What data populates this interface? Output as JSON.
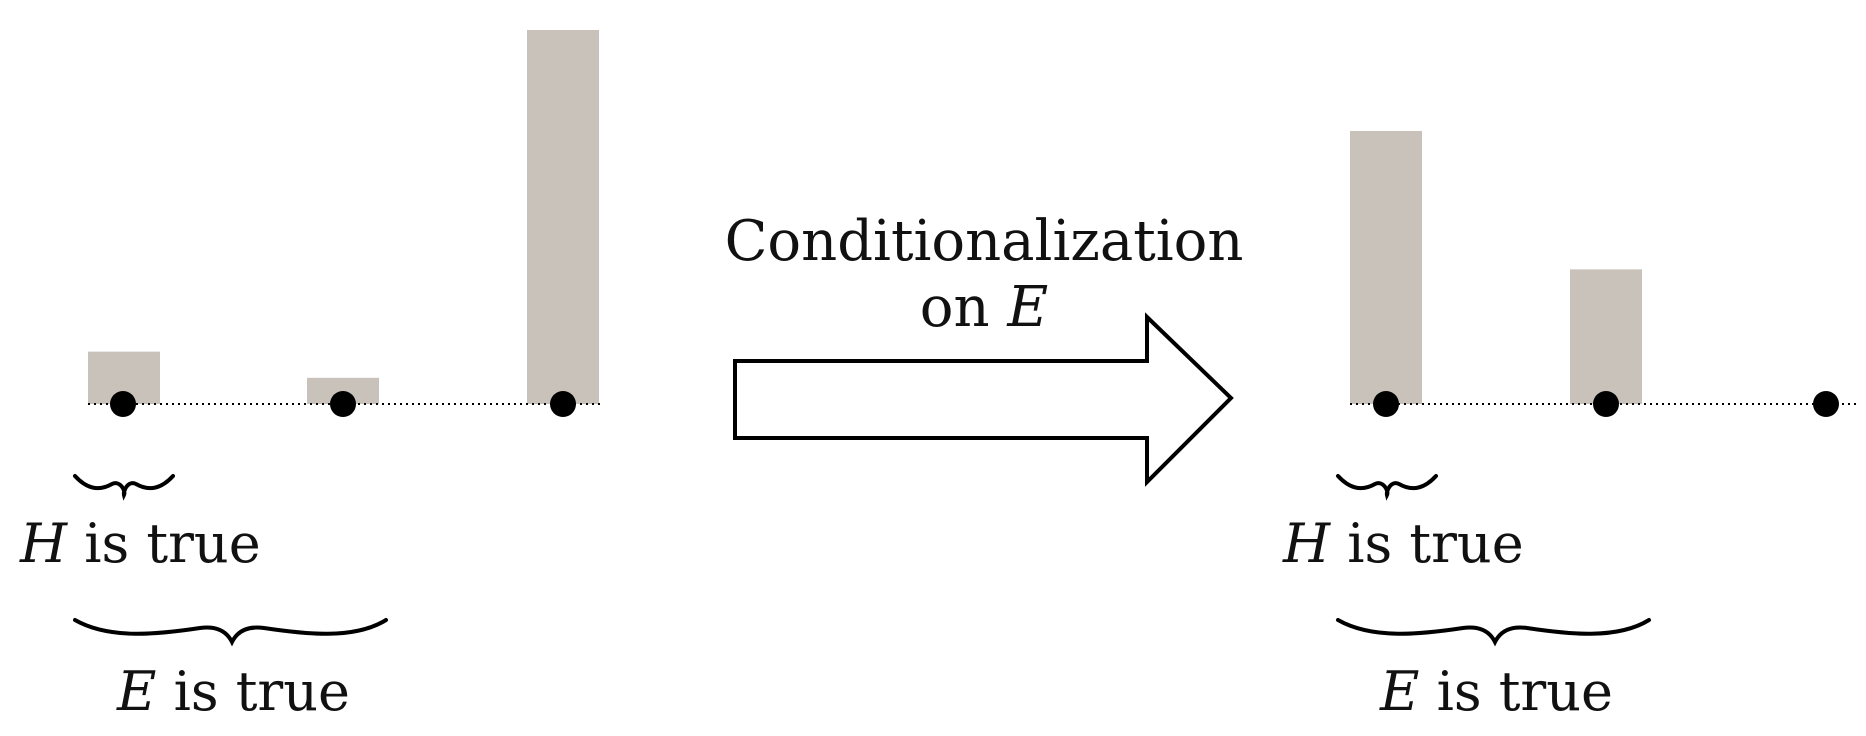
{
  "colors": {
    "bar": "#c8c2bb",
    "ink": "#000000",
    "background": "#ffffff"
  },
  "before": {
    "bars": [
      {
        "value": 0.14
      },
      {
        "value": 0.07
      },
      {
        "value": 1.0
      }
    ],
    "h_label": {
      "var": "H",
      "text": " is true"
    },
    "e_label": {
      "var": "E",
      "text": " is true"
    }
  },
  "arrow": {
    "line1": "Conditionalization",
    "line2_prefix": "on ",
    "line2_var": "E"
  },
  "after": {
    "bars": [
      {
        "value": 0.73
      },
      {
        "value": 0.36
      },
      {
        "value": 0.0
      }
    ],
    "h_label": {
      "var": "H",
      "text": " is true"
    },
    "e_label": {
      "var": "E",
      "text": " is true"
    }
  }
}
